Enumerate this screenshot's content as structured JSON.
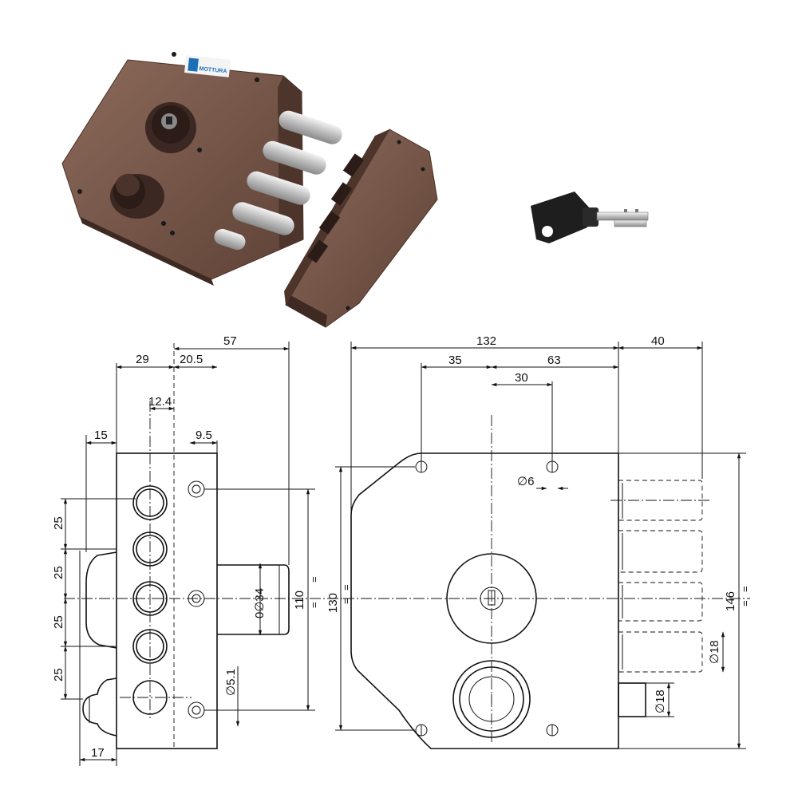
{
  "product": {
    "brand_text": "MOTTURA"
  },
  "dimensions": {
    "side_view": {
      "d57": "57",
      "d29": "29",
      "d20_5": "20.5",
      "d12_4": "12.4",
      "d15": "15",
      "d9_5": "9.5",
      "d25_a": "25",
      "d25_b": "25",
      "d25_c": "25",
      "d25_d": "25",
      "d110": "110",
      "d0_34": "0∅34",
      "d5_1": "∅5.1",
      "d17": "17",
      "eq1": "=",
      "eq2": "="
    },
    "front_view": {
      "d132": "132",
      "d40": "40",
      "d35": "35",
      "d63": "63",
      "d30": "30",
      "d6": "∅6",
      "d130": "130",
      "d146": "146",
      "d18_bolt": "∅18",
      "d18_knob": "∅18",
      "eq3": "=",
      "eq4": "=",
      "eq5": "=",
      "eq6": "="
    }
  },
  "colors": {
    "lock_body": "#6e4f42",
    "lock_body_light": "#9a7868",
    "chrome": "#d9d9d9",
    "key_head": "#1e1e1e",
    "line": "#111111"
  }
}
